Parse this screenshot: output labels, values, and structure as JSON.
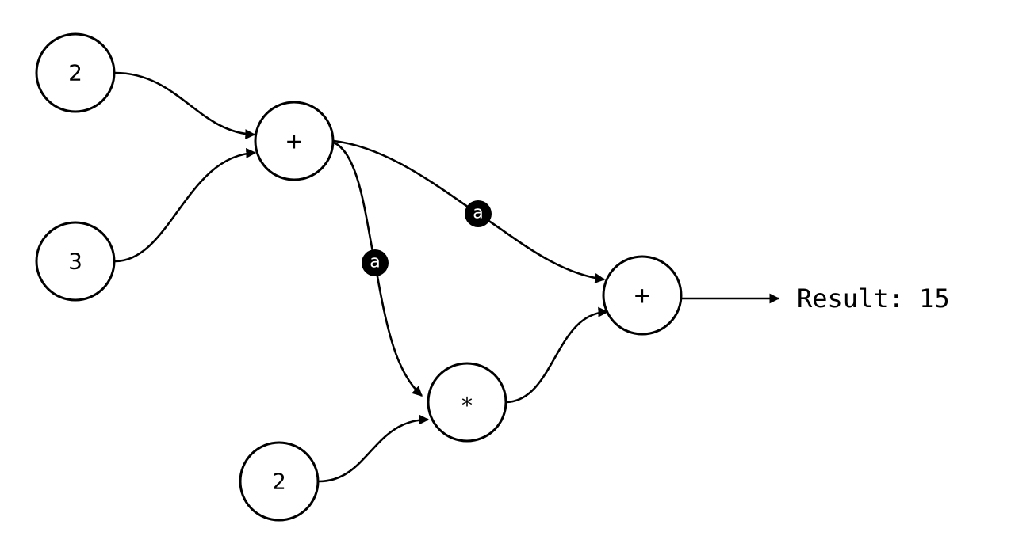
{
  "nodes": {
    "input_a": "2",
    "input_b": "3",
    "add1": "+",
    "add2": "+",
    "mul": "*",
    "input_c": "2"
  },
  "edge_labels": {
    "add1_to_add2": "a",
    "add1_to_mul": "a"
  },
  "result": "Result: 15",
  "colors": {
    "stroke": "#000000",
    "background": "#ffffff"
  }
}
